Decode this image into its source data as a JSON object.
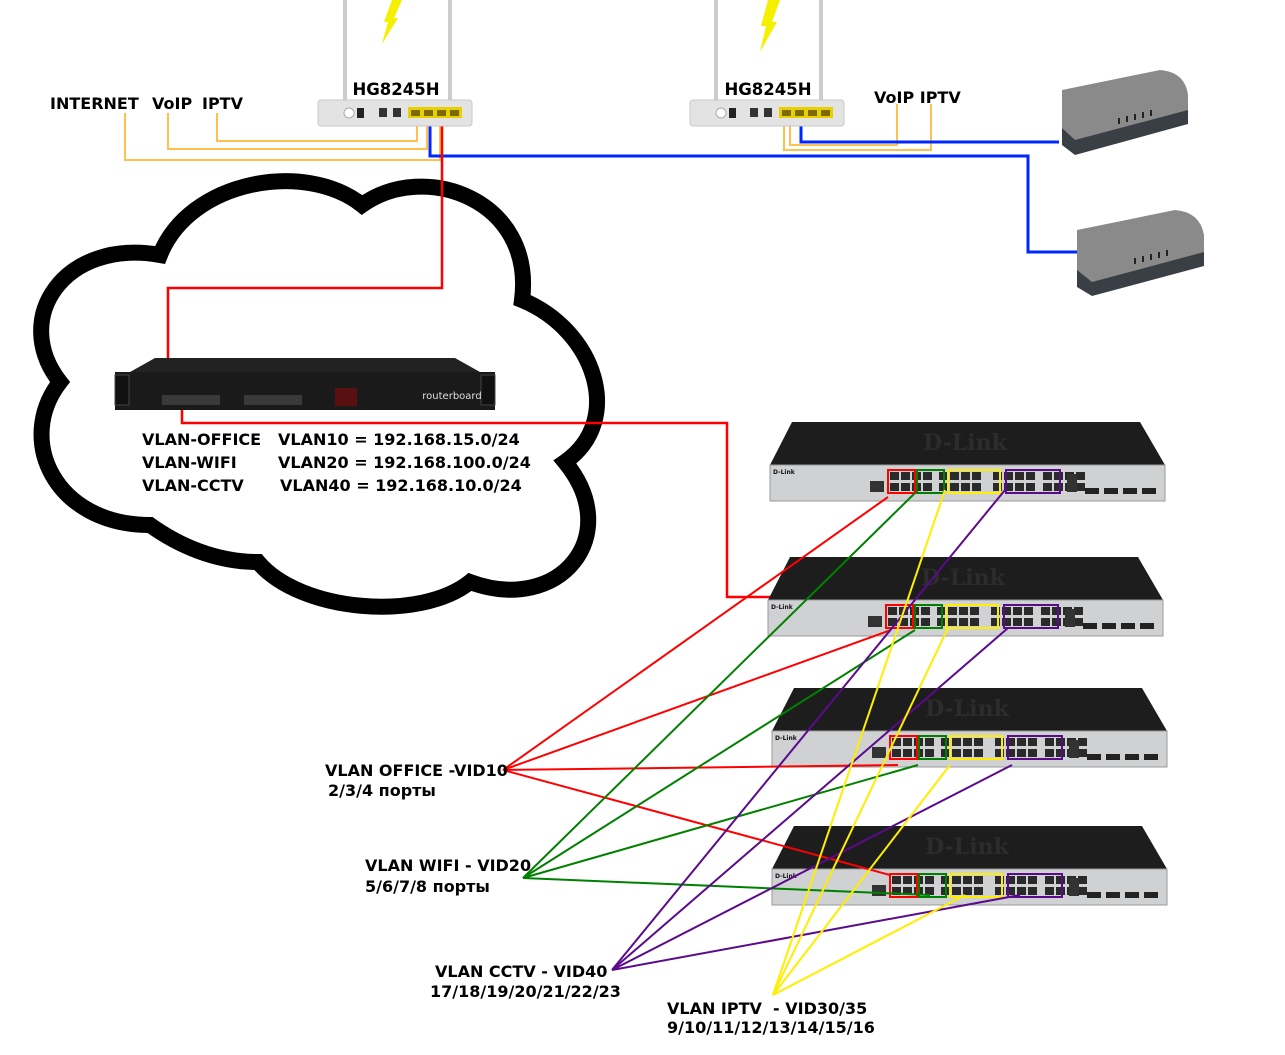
{
  "colors": {
    "office": "#ff0000",
    "wifi": "#008000",
    "cctv": "#5b0a8c",
    "iptv": "#ffee00",
    "uplink": "#ff0000",
    "voip_link": "#0026ff",
    "isp_service": "#ffc04d",
    "cloud": "#000000"
  },
  "ont_left": {
    "model": "HG8245H"
  },
  "ont_right": {
    "model": "HG8245H"
  },
  "services_left": {
    "internet": "INTERNET",
    "voip": "VoIP",
    "iptv": "IPTV"
  },
  "services_right": {
    "label": "VoIP IPTV"
  },
  "router": {
    "brand": "routerboard",
    "vlans": [
      {
        "name": "VLAN-OFFICE",
        "subnet": "VLAN10 = 192.168.15.0/24"
      },
      {
        "name": "VLAN-WIFI",
        "subnet": "VLAN20 = 192.168.100.0/24"
      },
      {
        "name": "VLAN-CCTV",
        "subnet": "VLAN40 = 192.168.10.0/24"
      }
    ]
  },
  "switch": {
    "brand": "D-Link"
  },
  "vlan_groups": [
    {
      "title": "VLAN OFFICE -VID10",
      "ports": "2/3/4 порты"
    },
    {
      "title": "VLAN WIFI - VID20",
      "ports": "5/6/7/8 порты"
    },
    {
      "title": "VLAN CCTV - VID40",
      "ports": "17/18/19/20/21/22/23"
    },
    {
      "title": "VLAN IPTV  - VID30/35",
      "ports": "9/10/11/12/13/14/15/16"
    }
  ],
  "icons": [
    "ont-router-icon",
    "lightning-icon",
    "voip-gateway-icon",
    "mikrotik-router-icon",
    "dlink-switch-icon",
    "cloud-icon"
  ]
}
